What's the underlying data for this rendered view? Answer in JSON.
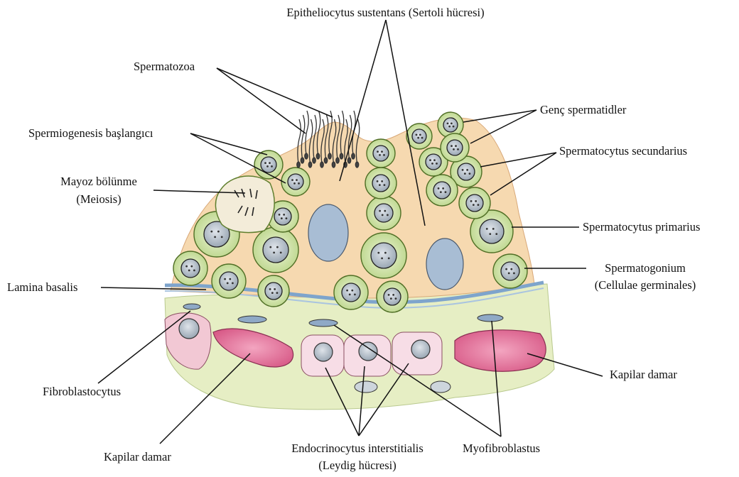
{
  "labels": {
    "sertoli": "Epitheliocytus sustentans (Sertoli hücresi)",
    "spermatozoa": "Spermatozoa",
    "spermiogenesis": "Spermiogenesis başlangıcı",
    "mayoz_1": "Mayoz bölünme",
    "mayoz_2": "(Meiosis)",
    "lamina": "Lamina basalis",
    "fibroblast": "Fibroblastocytus",
    "kapilar_left": "Kapilar damar",
    "leydig_1": "Endocrinocytus interstitialis",
    "leydig_2": "(Leydig hücresi)",
    "myofibro": "Myofibroblastus",
    "kapilar_right": "Kapilar damar",
    "genc": "Genç spermatidler",
    "secundarius": "Spermatocytus secundarius",
    "primarius": "Spermatocytus primarius",
    "spermatogonium_1": "Spermatogonium",
    "spermatogonium_2": "(Cellulae germinales)"
  },
  "colors": {
    "cytoplasm": "#f6d9b0",
    "germ_cell": "#cfe3a8",
    "germ_border": "#5f7f2e",
    "nucleus": "#b9c4cf",
    "sertoli_nucleus": "#9fb6cf",
    "lamina": "#7ea4cc",
    "interstitium": "#e3ecc0",
    "leydig": "#f7dde6",
    "capillary": "#e47aa0",
    "line": "#111111"
  }
}
